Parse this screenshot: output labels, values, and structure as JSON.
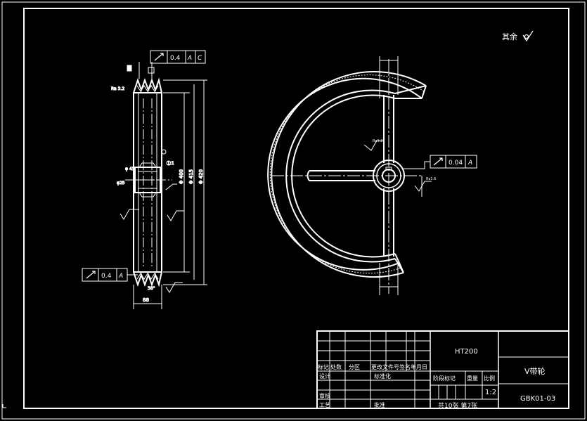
{
  "drawing": {
    "background": "#000000",
    "line_color": "#ffffff",
    "surface_note": "其余",
    "material": "HT200",
    "part_name": "V带轮",
    "drawing_number": "GBK01-03",
    "scale": "1:2",
    "sheet_info": "共10张 第7张",
    "tolerance_side": {
      "value": "0.4",
      "datum_a": "A",
      "datum_c": "C"
    },
    "tolerance_bottom": {
      "value": "0.4",
      "datum": "A"
    },
    "tolerance_front": {
      "value": "0.04",
      "datum": "A"
    },
    "datum_label": "A"
  },
  "title_block": {
    "rev_headers": [
      "标记",
      "处数",
      "分区",
      "更改文件号",
      "签名",
      "年月日"
    ],
    "design": "设计",
    "standardize": "标准化",
    "check": "审核",
    "process": "工艺",
    "approve": "批准",
    "stage_mark": "阶段标记",
    "weight": "重量",
    "ratio": "比例"
  }
}
